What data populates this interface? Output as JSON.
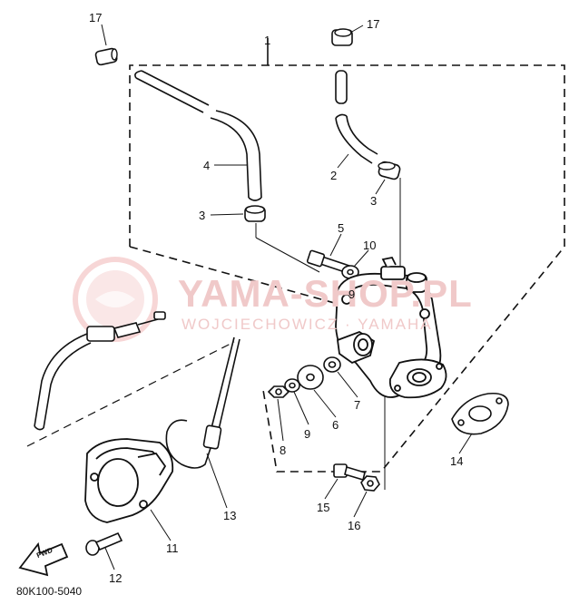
{
  "watermark": {
    "main": "YAMA-SHOP.PL",
    "sub": "WOJCIECHOWICZ · YAMAHA"
  },
  "diagram_code": "80K100-5040",
  "forward_label": "FWD",
  "callouts": [
    "17",
    "17",
    "1",
    "4",
    "2",
    "3",
    "3",
    "5",
    "10",
    "9",
    "7",
    "6",
    "8",
    "9",
    "6",
    "14",
    "15",
    "16",
    "13",
    "11",
    "12"
  ]
}
